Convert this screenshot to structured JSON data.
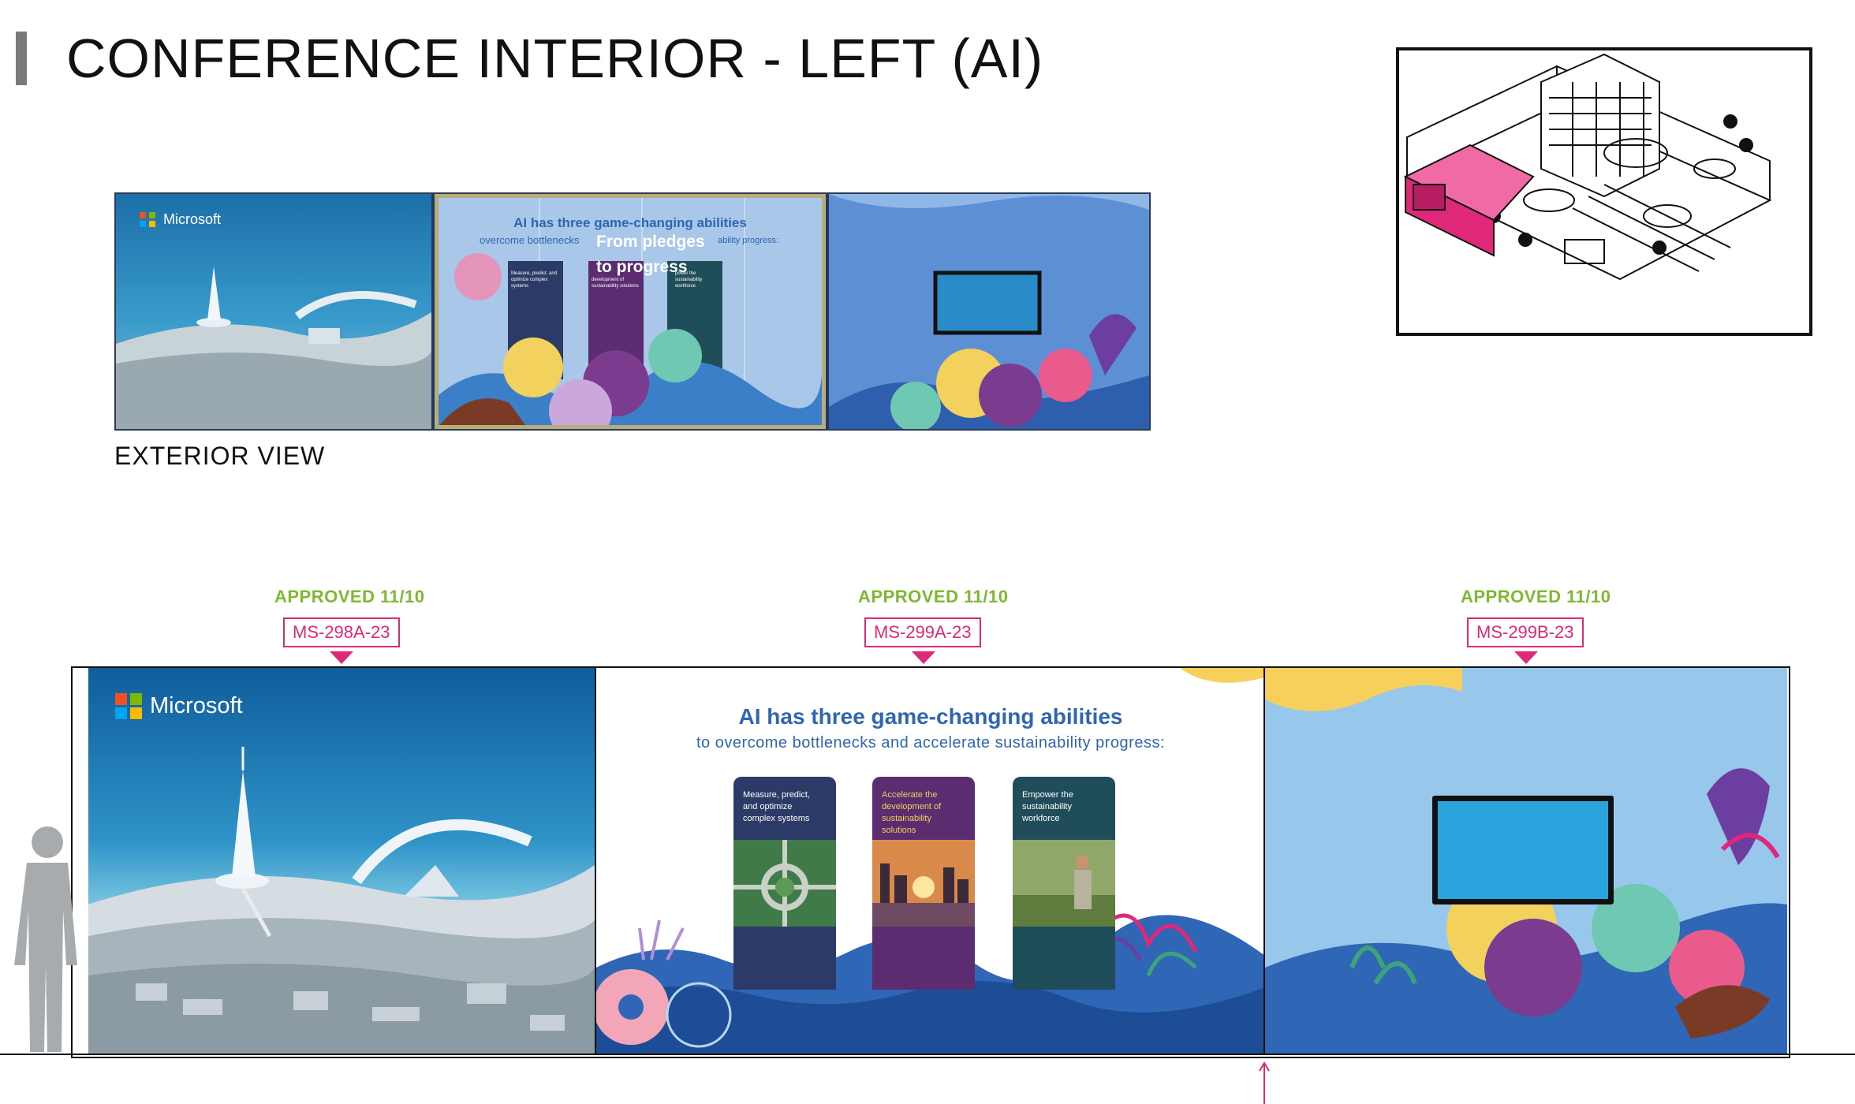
{
  "header": {
    "title": "CONFERENCE INTERIOR - LEFT (AI)"
  },
  "exterior": {
    "label": "EXTERIOR VIEW",
    "panel1_brand": "Microsoft",
    "panel2_heading": "AI has three game-changing abilities",
    "panel2_sub": "overcome bottlenecks",
    "panel2_sub_tail": "ability progress:",
    "panel2_overlay_1": "From pledges",
    "panel2_overlay_2": "to progress",
    "panel2_card1": "Measure, predict, and optimize complex systems",
    "panel2_card2": "development of sustainability solutions",
    "panel2_card3": "power the sustainability workforce"
  },
  "panels": [
    {
      "approved": "APPROVED 11/10",
      "code": "MS-298A-23"
    },
    {
      "approved": "APPROVED 11/10",
      "code": "MS-299A-23"
    },
    {
      "approved": "APPROVED 11/10",
      "code": "MS-299B-23"
    }
  ],
  "elevation": {
    "brand": "Microsoft",
    "heading": "AI has three game-changing abilities",
    "subheading": "to overcome bottlenecks and accelerate sustainability progress:",
    "cards": [
      {
        "text": "Measure, predict, and optimize complex systems",
        "color": "#2b3a66"
      },
      {
        "text": "Accelerate the development of sustainability solutions",
        "color": "#5b2c6f"
      },
      {
        "text": "Empower the sustainability workforce",
        "color": "#1f4e5a"
      }
    ]
  },
  "colors": {
    "accent_pink": "#e0287a",
    "approved_green": "#7fb832",
    "heading_blue": "#2e66b0"
  }
}
